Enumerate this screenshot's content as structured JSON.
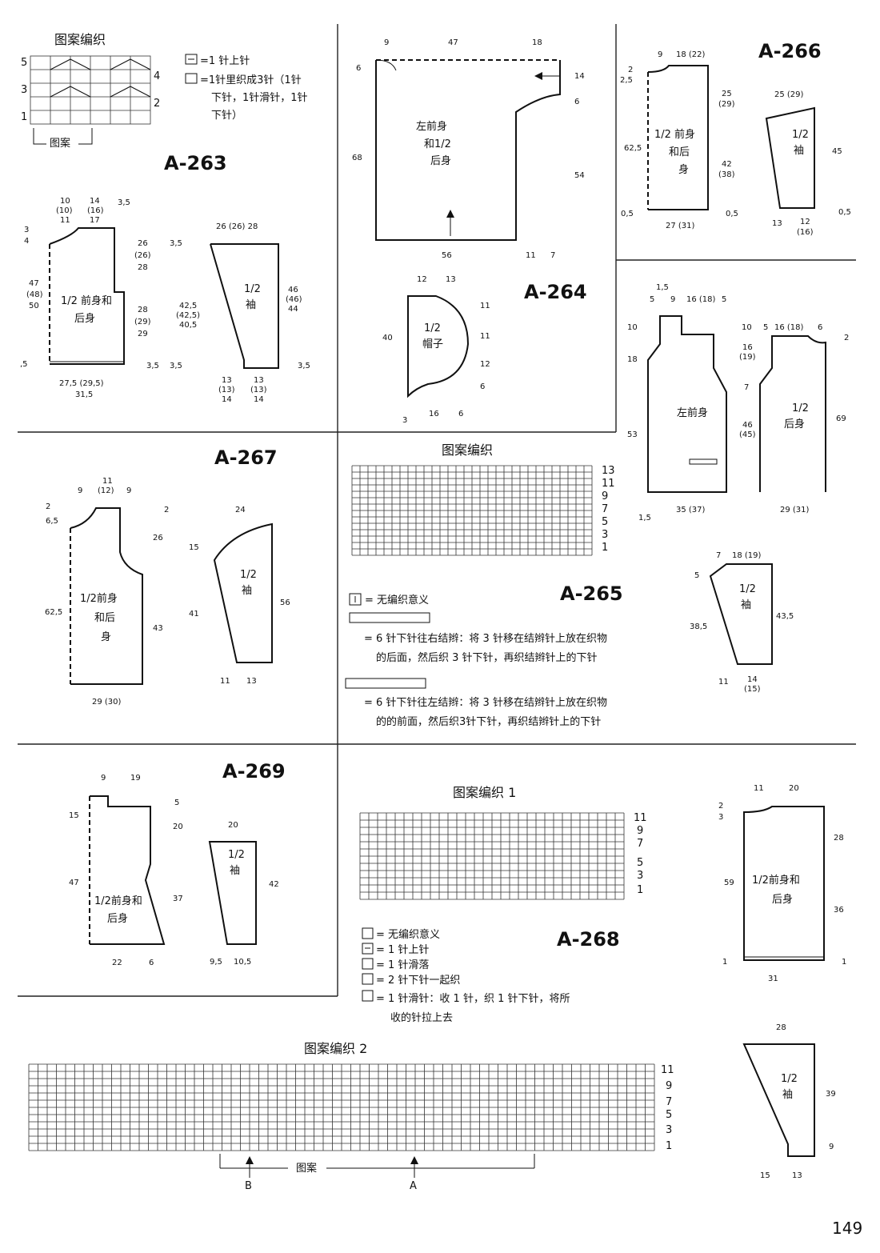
{
  "page_number": "149",
  "A263": {
    "id": "A-263",
    "pattern_title": "图案编织",
    "legend1": "=1 针上针",
    "legend2": "=1针里织成3针（1针",
    "legend2b": "下针，1针滑针，1针",
    "legend2c": "下针）",
    "pattern_caption": "图案",
    "row_nums": [
      "5",
      "4",
      "3",
      "2",
      "1"
    ],
    "body_label": "1/2 前身和",
    "body_label2": "后身",
    "sleeve_label": "1/2",
    "sleeve_label2": "袖",
    "dims": {
      "top1": "10",
      "top1b": "(10)",
      "top1c": "11",
      "top2": "14",
      "top2b": "(16)",
      "top2c": "17",
      "top3": "3,5",
      "left1": "3",
      "left2": "4",
      "h1": "47",
      "h1b": "(48)",
      "h1c": "50",
      "r1": "26",
      "r1b": "(26)",
      "r1c": "28",
      "r2": "28",
      "r2b": "(29)",
      "r2c": "29",
      "bot": "27,5 (29,5)",
      "botb": "31,5",
      "hem": "3,5",
      "hemL": ",5",
      "s_top": "26 (26) 28",
      "s_l1": "3,5",
      "s_l2": "42,5",
      "s_l2b": "(42,5)",
      "s_l2c": "40,5",
      "s_r": "46",
      "s_rb": "(46)",
      "s_rc": "44",
      "s_hem": "3,5",
      "s_hemR": "3,5",
      "s_b1": "13",
      "s_b1b": "(13)",
      "s_b1c": "14",
      "s_b2": "13",
      "s_b2b": "(13)",
      "s_b2c": "14"
    }
  },
  "A264": {
    "id": "A-264",
    "body_label": "左前身",
    "body_label2": "和1/2",
    "body_label3": "后身",
    "hood_label": "1/2",
    "hood_label2": "帽子",
    "dims": {
      "t1": "9",
      "t2": "47",
      "t3": "18",
      "l6": "6",
      "l68": "68",
      "r14": "14",
      "r6": "6",
      "r54": "54",
      "b56": "56",
      "b11": "11",
      "b7": "7",
      "h12": "12",
      "h13": "13",
      "h40": "40",
      "hr1": "11",
      "hr2": "11",
      "hr3": "12",
      "hr4": "6",
      "hb3": "3",
      "hb16": "16",
      "hb6": "6"
    }
  },
  "A265": {
    "id": "A-265",
    "pattern_title": "图案编织",
    "rows": [
      "13",
      "11",
      "9",
      "7",
      "5",
      "3",
      "1"
    ],
    "legend1": "= 无编织意义",
    "legend2": "= 6 针下针往右结辫：将 3 针移在结辫针上放在织物",
    "legend2b": "的后面，然后织 3 针下针，再织结辫针上的下针",
    "legend3": "= 6 针下针往左结辫：将 3 针移在结辫针上放在织物",
    "legend3b": "的的前面，然后织3针下针，再织结辫针上的下针",
    "front_label": "左前身",
    "back_label": "1/2",
    "back_label2": "后身",
    "sleeve_label": "1/2",
    "sleeve_label2": "袖",
    "dims": {
      "t15": "1,5",
      "t5": "5",
      "t9": "9",
      "t16": "16 (18)",
      "t5b": "5",
      "l10": "10",
      "l18": "18",
      "l53": "53",
      "l15b": "1,5",
      "b35": "35 (37)",
      "bk10": "10",
      "bk5": "5",
      "bk16": "16 (18)",
      "bk6": "6",
      "bk2": "2",
      "bk16b": "16",
      "bk19": "(19)",
      "bk7": "7",
      "bk46": "46",
      "bk45": "(45)",
      "bk69": "69",
      "bk29": "29 (31)",
      "s7": "7",
      "s18": "18 (19)",
      "s5": "5",
      "s385": "38,5",
      "s435": "43,5",
      "s11": "11",
      "s14": "14",
      "s15": "(15)"
    }
  },
  "A266": {
    "id": "A-266",
    "body_label": "1/2 前身",
    "body_label2": "和后",
    "body_label3": "身",
    "sleeve_label": "1/2",
    "sleeve_label2": "袖",
    "dims": {
      "t9": "9",
      "t18": "18 (22)",
      "l2": "2",
      "l25": "2,5",
      "r25": "25",
      "r29": "(29)",
      "r42": "42",
      "r38": "(38)",
      "l625": "62,5",
      "hem": "0,5",
      "hemR": "0,5",
      "b27": "27 (31)",
      "s25": "25 (29)",
      "s45": "45",
      "s13": "13",
      "s12": "12",
      "s16": "(16)",
      "s05": "0,5"
    }
  },
  "A267": {
    "id": "A-267",
    "body_label": "1/2前身",
    "body_label2": "和后",
    "body_label3": "身",
    "sleeve_label": "1/2",
    "sleeve_label2": "袖",
    "dims": {
      "t9": "9",
      "t11": "11",
      "t12": "(12)",
      "t9b": "9",
      "l2": "2",
      "l65": "6,5",
      "r2": "2",
      "r26": "26",
      "l625": "62,5",
      "r43": "43",
      "b29": "29 (30)",
      "s24": "24",
      "s15": "15",
      "s41": "41",
      "s56": "56",
      "s11": "11",
      "s13": "13"
    }
  },
  "A268": {
    "id": "A-268",
    "pattern1_title": "图案编织 1",
    "pattern2_title": "图案编织 2",
    "rows": [
      "11",
      "9",
      "7",
      "5",
      "3",
      "1"
    ],
    "legend1": "= 无编织意义",
    "legend2": "= 1 针上针",
    "legend3": "= 1 针滑落",
    "legend4": "= 2 针下针一起织",
    "legend5": "= 1 针滑针：收 1 针，织 1 针下针，将所",
    "legend5b": "收的针拉上去",
    "caption": "图案",
    "markerB": "B",
    "markerA": "A",
    "body_label": "1/2前身和",
    "body_label2": "后身",
    "sleeve_label": "1/2",
    "sleeve_label2": "袖",
    "dims": {
      "t11": "11",
      "t20": "20",
      "l2": "2",
      "l3": "3",
      "r28": "28",
      "l59": "59",
      "r36": "36",
      "hem": "1",
      "hemR": "1",
      "b31": "31",
      "s28": "28",
      "s39": "39",
      "s9": "9",
      "s15": "15",
      "s13": "13"
    }
  },
  "A269": {
    "id": "A-269",
    "body_label": "1/2前身和",
    "body_label2": "后身",
    "sleeve_label": "1/2",
    "sleeve_label2": "袖",
    "dims": {
      "t9": "9",
      "t19": "19",
      "l15": "15",
      "r5": "5",
      "r20": "20",
      "l47": "47",
      "r37": "37",
      "b22": "22",
      "b6": "6",
      "s20": "20",
      "s42": "42",
      "s95": "9,5",
      "s105": "10,5"
    }
  }
}
